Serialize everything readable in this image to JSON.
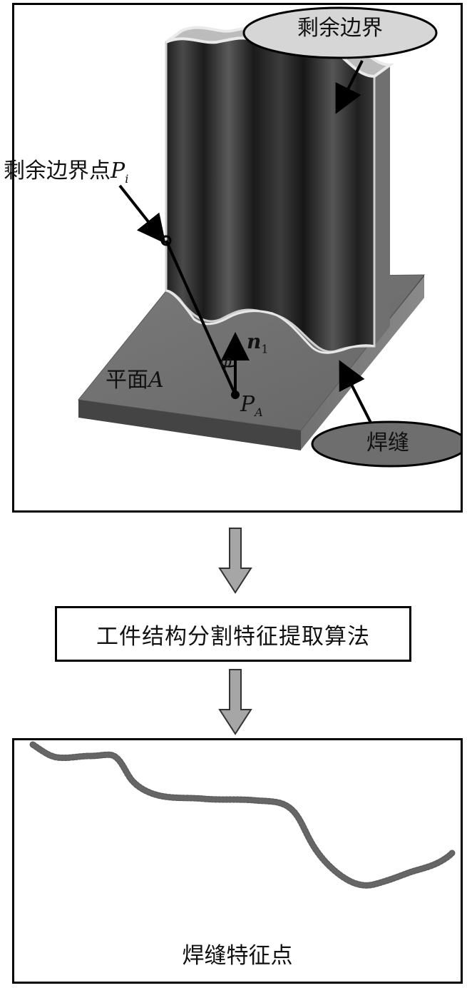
{
  "top_panel": {
    "oval_remaining_boundary": "剩余边界",
    "label_boundary_point": "剩余边界点",
    "label_boundary_point_var": "P",
    "label_boundary_point_sub": "i",
    "label_normal": "n",
    "label_normal_sub": "1",
    "label_angle": "φ",
    "label_plane": "平面",
    "label_plane_var": "A",
    "label_pa": "P",
    "label_pa_sub": "A",
    "oval_weld": "焊缝"
  },
  "algorithm_box": {
    "label": "工件结构分割特征提取算法"
  },
  "bottom_panel": {
    "caption": "焊缝特征点"
  },
  "colors": {
    "wall": "#2b2b2b",
    "plate_top": "#747474",
    "plate_side": "#4a4a4a",
    "oval_light": "#d6d6d6",
    "oval_dark": "#6e6e6e",
    "seam_points": "#5e5e5e",
    "flow_arrow": "#a6a6a6"
  }
}
